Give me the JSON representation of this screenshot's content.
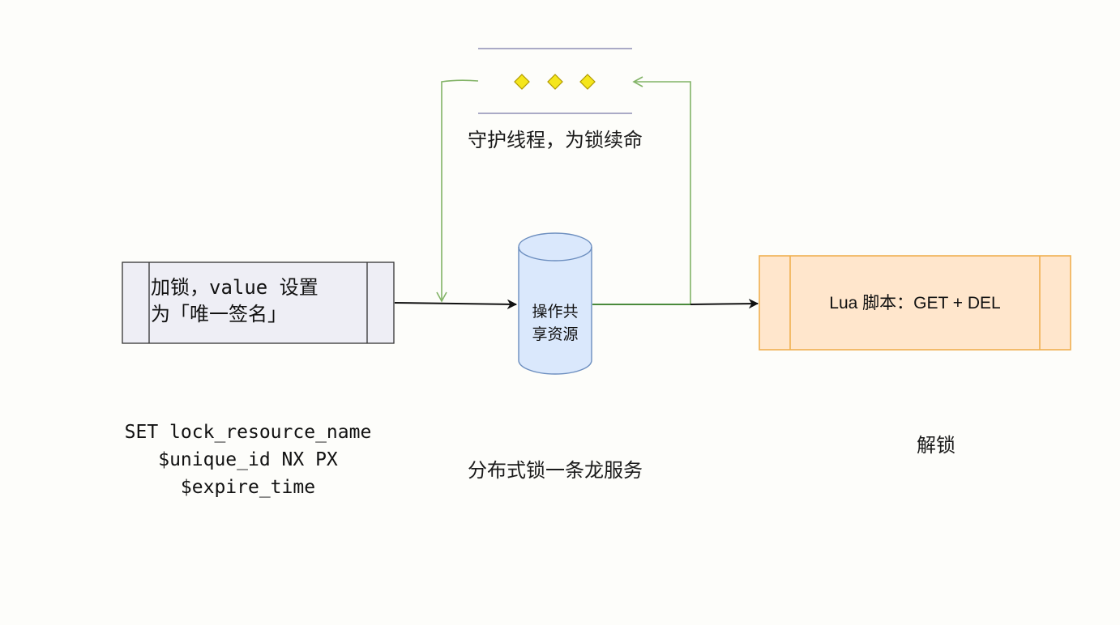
{
  "nodes": {
    "lock": {
      "line1": "加锁，value 设置",
      "line2": "为「唯一签名」"
    },
    "resource": {
      "line1": "操作共",
      "line2": "享资源"
    },
    "unlock_script": {
      "label": "Lua 脚本：GET + DEL"
    }
  },
  "captions": {
    "watchdog": "守护线程，为锁续命",
    "set_command": {
      "line1": "SET lock_resource_name",
      "line2": "$unique_id NX PX",
      "line3": "$expire_time"
    },
    "service": "分布式锁一条龙服务",
    "unlock": "解锁"
  },
  "colors": {
    "lock_box_fill": "#eeeef5",
    "lock_box_stroke": "#333333",
    "cylinder_fill": "#dae8fc",
    "cylinder_stroke": "#6c8ebf",
    "lua_box_fill": "#ffe6cc",
    "lua_box_stroke": "#f0b050",
    "renew_arrow": "#82b366",
    "diamond_fill": "#f5e61c",
    "diamond_stroke": "#b09900",
    "watchdog_line": "#8f8fb5"
  }
}
